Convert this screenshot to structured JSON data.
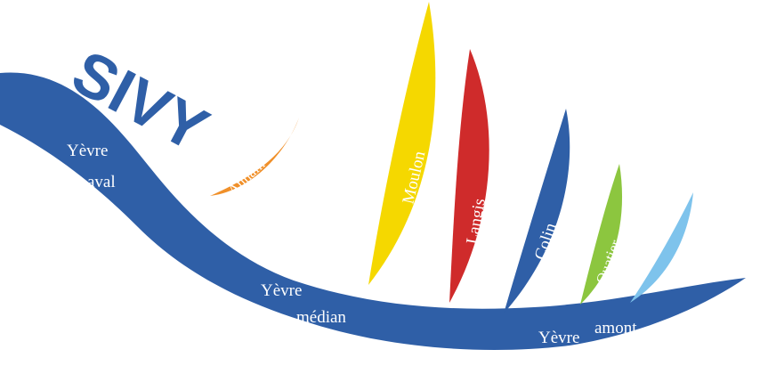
{
  "logo": {
    "text": "SIVY",
    "color": "#2f5fa7"
  },
  "river": {
    "color": "#2f5fa7",
    "aval_line1": "Yèvre",
    "aval_line2": "aval",
    "median_line1": "Yèvre",
    "median_line2": "médian",
    "amont_word1": "Yèvre",
    "amont_word2": "amont"
  },
  "tributaries": [
    {
      "label": "Annain",
      "color": "#f0902a"
    },
    {
      "label": "Moulon",
      "color": "#f5d800"
    },
    {
      "label": "Langis",
      "color": "#cf2b2b"
    },
    {
      "label": "Colin",
      "color": "#2f5fa7"
    },
    {
      "label": "Ouatier",
      "color": "#8cc63f"
    },
    {
      "label": "",
      "color": "#7ec3ec"
    }
  ]
}
